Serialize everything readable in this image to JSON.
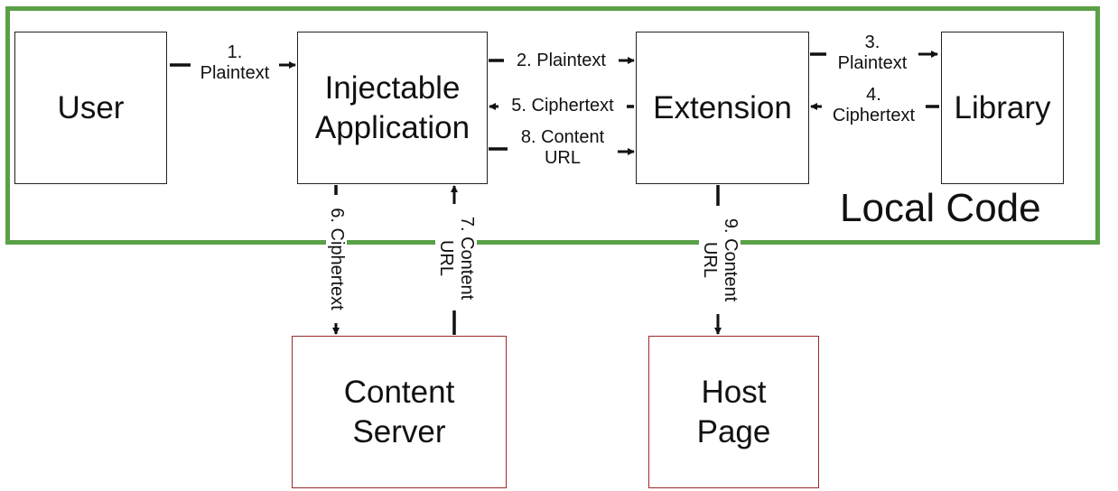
{
  "region": {
    "label": "Local Code",
    "border_color": "#5aa047"
  },
  "nodes": {
    "user": "User",
    "injectable": "Injectable\nApplication",
    "extension": "Extension",
    "library": "Library",
    "content_server": "Content\nServer",
    "host_page": "Host\nPage"
  },
  "edges": {
    "e1": "1.\nPlaintext",
    "e2": "2. Plaintext",
    "e3": "3.\nPlaintext",
    "e4": "4.\nCiphertext",
    "e5": "5. Ciphertext",
    "e6": "6. Ciphertext",
    "e7": "7. Content\nURL",
    "e8": "8. Content\nURL",
    "e9": "9. Content\nURL"
  },
  "colors": {
    "local_box_border": "#222222",
    "remote_box_border": "#9b2a2a",
    "arrow": "#111111"
  }
}
